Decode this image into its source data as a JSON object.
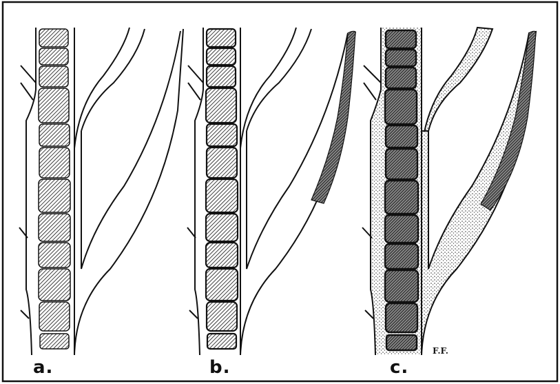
{
  "figure": {
    "panels": [
      {
        "label": "a."
      },
      {
        "label": "b."
      },
      {
        "label": "c."
      }
    ],
    "initials": "F.F."
  },
  "colors": {
    "ink": "#111111",
    "paper": "#ffffff"
  }
}
